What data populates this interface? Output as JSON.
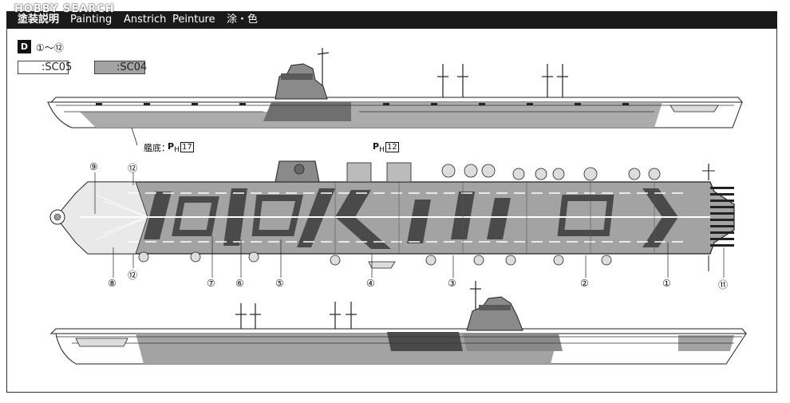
{
  "watermark": "HOBBY SEARCH",
  "header": {
    "items": [
      "塗装説明",
      "Painting",
      "Anstrich",
      "Peinture",
      "涂・色"
    ]
  },
  "diagram_id": "D",
  "range": "①～⑫",
  "legend": [
    {
      "label": ":SC05",
      "color": "#ffffff"
    },
    {
      "label": ":SC04",
      "color": "#a3a3a3"
    }
  ],
  "hull_note": "艦底：",
  "part_refs": [
    {
      "prefix": "P",
      "sub": "H",
      "num": "17"
    },
    {
      "prefix": "P",
      "sub": "H",
      "num": "12"
    }
  ],
  "callouts": [
    "⑨",
    "⑫",
    "⑧",
    "⑫",
    "⑦",
    "⑥",
    "⑤",
    "④",
    "③",
    "②",
    "①",
    "⑪"
  ],
  "colors": {
    "dark": "#4a4a4a",
    "mid": "#8e8e8e",
    "light": "#bdbdbd",
    "line": "#222222"
  }
}
